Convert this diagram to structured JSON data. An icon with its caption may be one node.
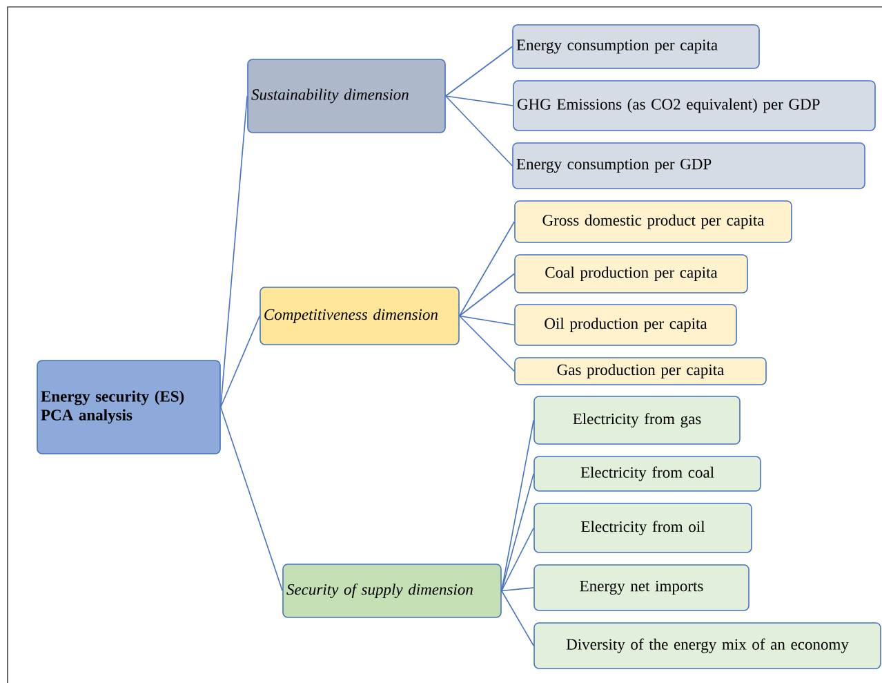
{
  "diagram": {
    "nodes": [
      {
        "text": [
          "Energy security (ES) PCA analysis"
        ]
      },
      {
        "text": [
          "Sustainability dimension"
        ]
      },
      {
        "text": [
          "Competitiveness dimension"
        ]
      },
      {
        "text": [
          "Security of supply dimension"
        ]
      },
      {
        "text": [
          "Energy consumption per capita"
        ]
      },
      {
        "text": [
          "GHG Emissions (as CO2 equivalent) per GDP"
        ]
      },
      {
        "text": [
          "Energy consumption per GDP"
        ]
      },
      {
        "text": [
          "Gross domestic product per capita"
        ]
      },
      {
        "text": [
          "Coal production per capita"
        ]
      },
      {
        "text": [
          "Oil production per capita"
        ]
      },
      {
        "text": [
          "Gas production per capita"
        ]
      },
      {
        "text": [
          "Electricity from gas"
        ]
      },
      {
        "text": [
          "Electricity from coal"
        ]
      },
      {
        "text": [
          "Electricity from oil"
        ]
      },
      {
        "text": [
          "Energy net imports"
        ]
      },
      {
        "text": [
          "Diversity of the energy mix of an economy"
        ]
      }
    ],
    "edges": [
      {
        "from": 0,
        "to": 1,
        "arrow": "none"
      },
      {
        "from": 0,
        "to": 2,
        "arrow": "none"
      },
      {
        "from": 0,
        "to": 3,
        "arrow": "none"
      },
      {
        "from": 1,
        "to": 4,
        "arrow": "none"
      },
      {
        "from": 1,
        "to": 5,
        "arrow": "none"
      },
      {
        "from": 1,
        "to": 6,
        "arrow": "none"
      },
      {
        "from": 2,
        "to": 7,
        "arrow": "none"
      },
      {
        "from": 2,
        "to": 8,
        "arrow": "none"
      },
      {
        "from": 2,
        "to": 9,
        "arrow": "none"
      },
      {
        "from": 2,
        "to": 10,
        "arrow": "none"
      },
      {
        "from": 3,
        "to": 11,
        "arrow": "none"
      },
      {
        "from": 3,
        "to": 12,
        "arrow": "none"
      },
      {
        "from": 3,
        "to": 13,
        "arrow": "none"
      },
      {
        "from": 3,
        "to": 14,
        "arrow": "none"
      },
      {
        "from": 3,
        "to": 15,
        "arrow": "none"
      }
    ]
  }
}
